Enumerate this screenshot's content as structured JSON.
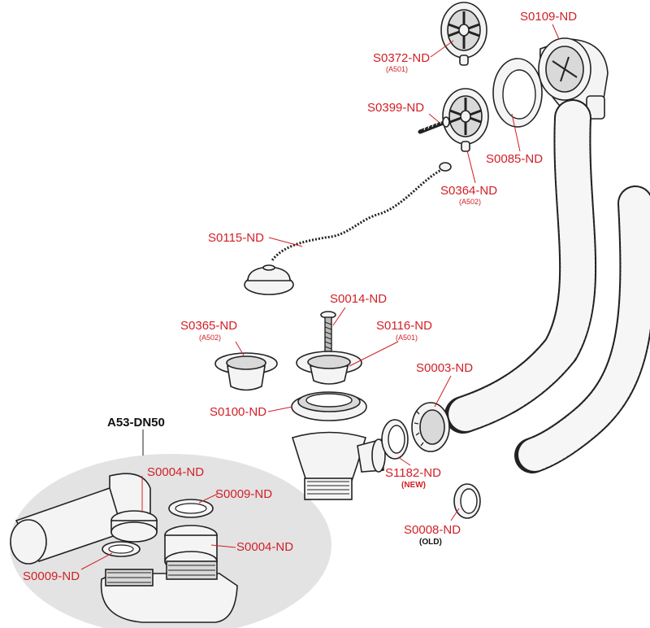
{
  "diagram": {
    "group_title": "A53-DN50",
    "labels": [
      {
        "id": "s0372",
        "code": "S0372-ND",
        "sub": "(A501)"
      },
      {
        "id": "s0109",
        "code": "S0109-ND"
      },
      {
        "id": "s0399",
        "code": "S0399-ND"
      },
      {
        "id": "s0085",
        "code": "S0085-ND"
      },
      {
        "id": "s0364",
        "code": "S0364-ND",
        "sub": "(A502)"
      },
      {
        "id": "s0115",
        "code": "S0115-ND"
      },
      {
        "id": "s0014",
        "code": "S0014-ND"
      },
      {
        "id": "s0365",
        "code": "S0365-ND",
        "sub": "(A502)"
      },
      {
        "id": "s0116",
        "code": "S0116-ND",
        "sub": "(A501)"
      },
      {
        "id": "s0003",
        "code": "S0003-ND"
      },
      {
        "id": "s0100",
        "code": "S0100-ND"
      },
      {
        "id": "s1182",
        "code": "S1182-ND",
        "tag": "(NEW)"
      },
      {
        "id": "s0008",
        "code": "S0008-ND",
        "tag": "(OLD)"
      },
      {
        "id": "s0004a",
        "code": "S0004-ND"
      },
      {
        "id": "s0009a",
        "code": "S0009-ND"
      },
      {
        "id": "s0004b",
        "code": "S0004-ND"
      },
      {
        "id": "s0009b",
        "code": "S0009-ND"
      }
    ]
  },
  "colors": {
    "label": "#d21f26",
    "outline": "#222222",
    "panel": "#e3e3e3"
  }
}
